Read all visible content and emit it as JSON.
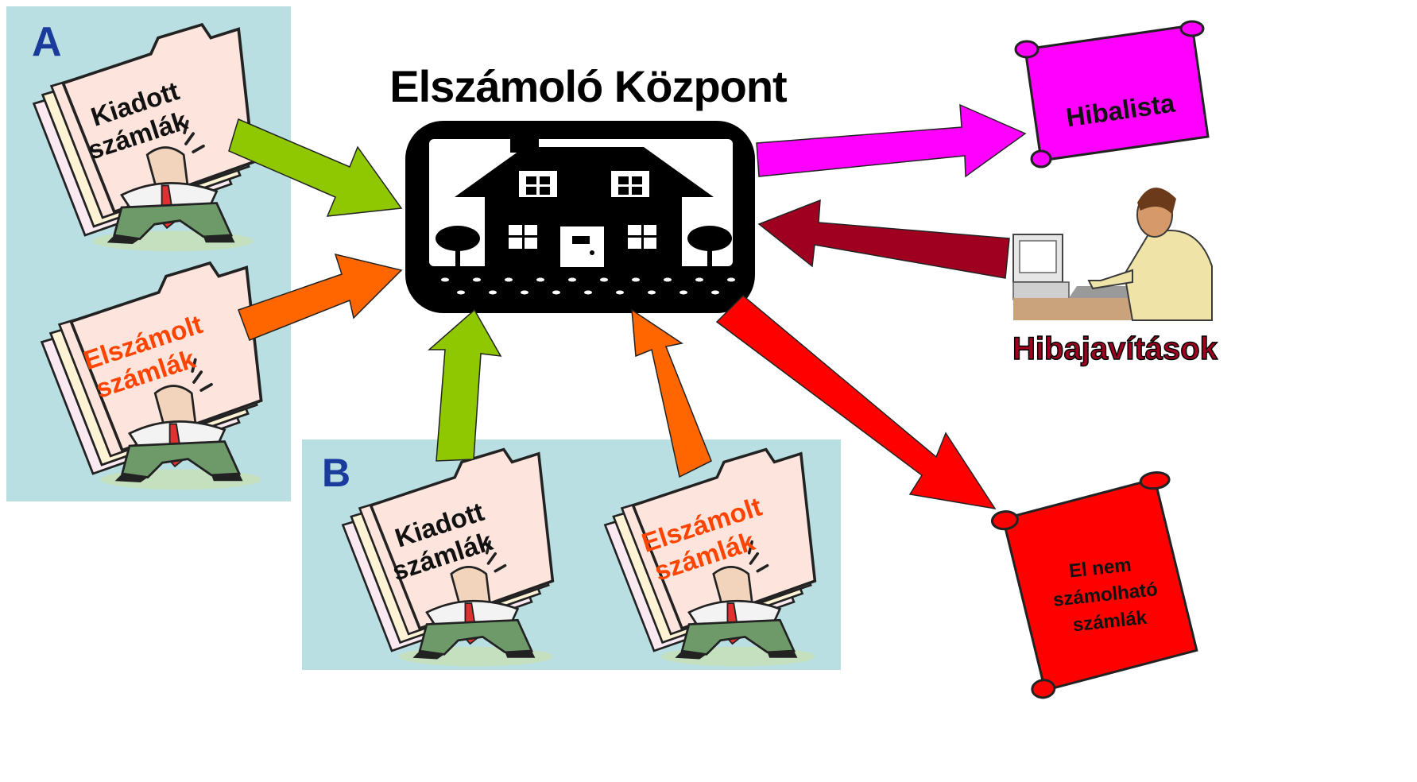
{
  "title": "Elszámoló Központ",
  "panel_a": {
    "label": "A",
    "issued": {
      "line1": "Kiadott",
      "line2": "számlák"
    },
    "settled": {
      "line1": "Elszámolt",
      "line2": "számlák"
    }
  },
  "panel_b": {
    "label": "B",
    "issued": {
      "line1": "Kiadott",
      "line2": "számlák"
    },
    "settled": {
      "line1": "Elszámolt",
      "line2": "számlák"
    }
  },
  "error_list": {
    "label": "Hibalista"
  },
  "corrections": {
    "label": "Hibajavítások"
  },
  "unsettleable": {
    "line1": "El nem",
    "line2": "számolható",
    "line3": "számlák"
  },
  "colors": {
    "panel_bg": "#b9dfe2",
    "panel_letter": "#1a3a9c",
    "issued_arrow": "#8fc800",
    "settled_arrow": "#ff6600",
    "settled_text": "#ff4400",
    "error_list_fill": "#ff00ff",
    "correction_arrow": "#a00020",
    "unsettleable_fill": "#ff0000",
    "folder_fill": "#fde4dc"
  },
  "icons": {
    "center": "house-icon",
    "worker": "person-at-computer-icon"
  }
}
